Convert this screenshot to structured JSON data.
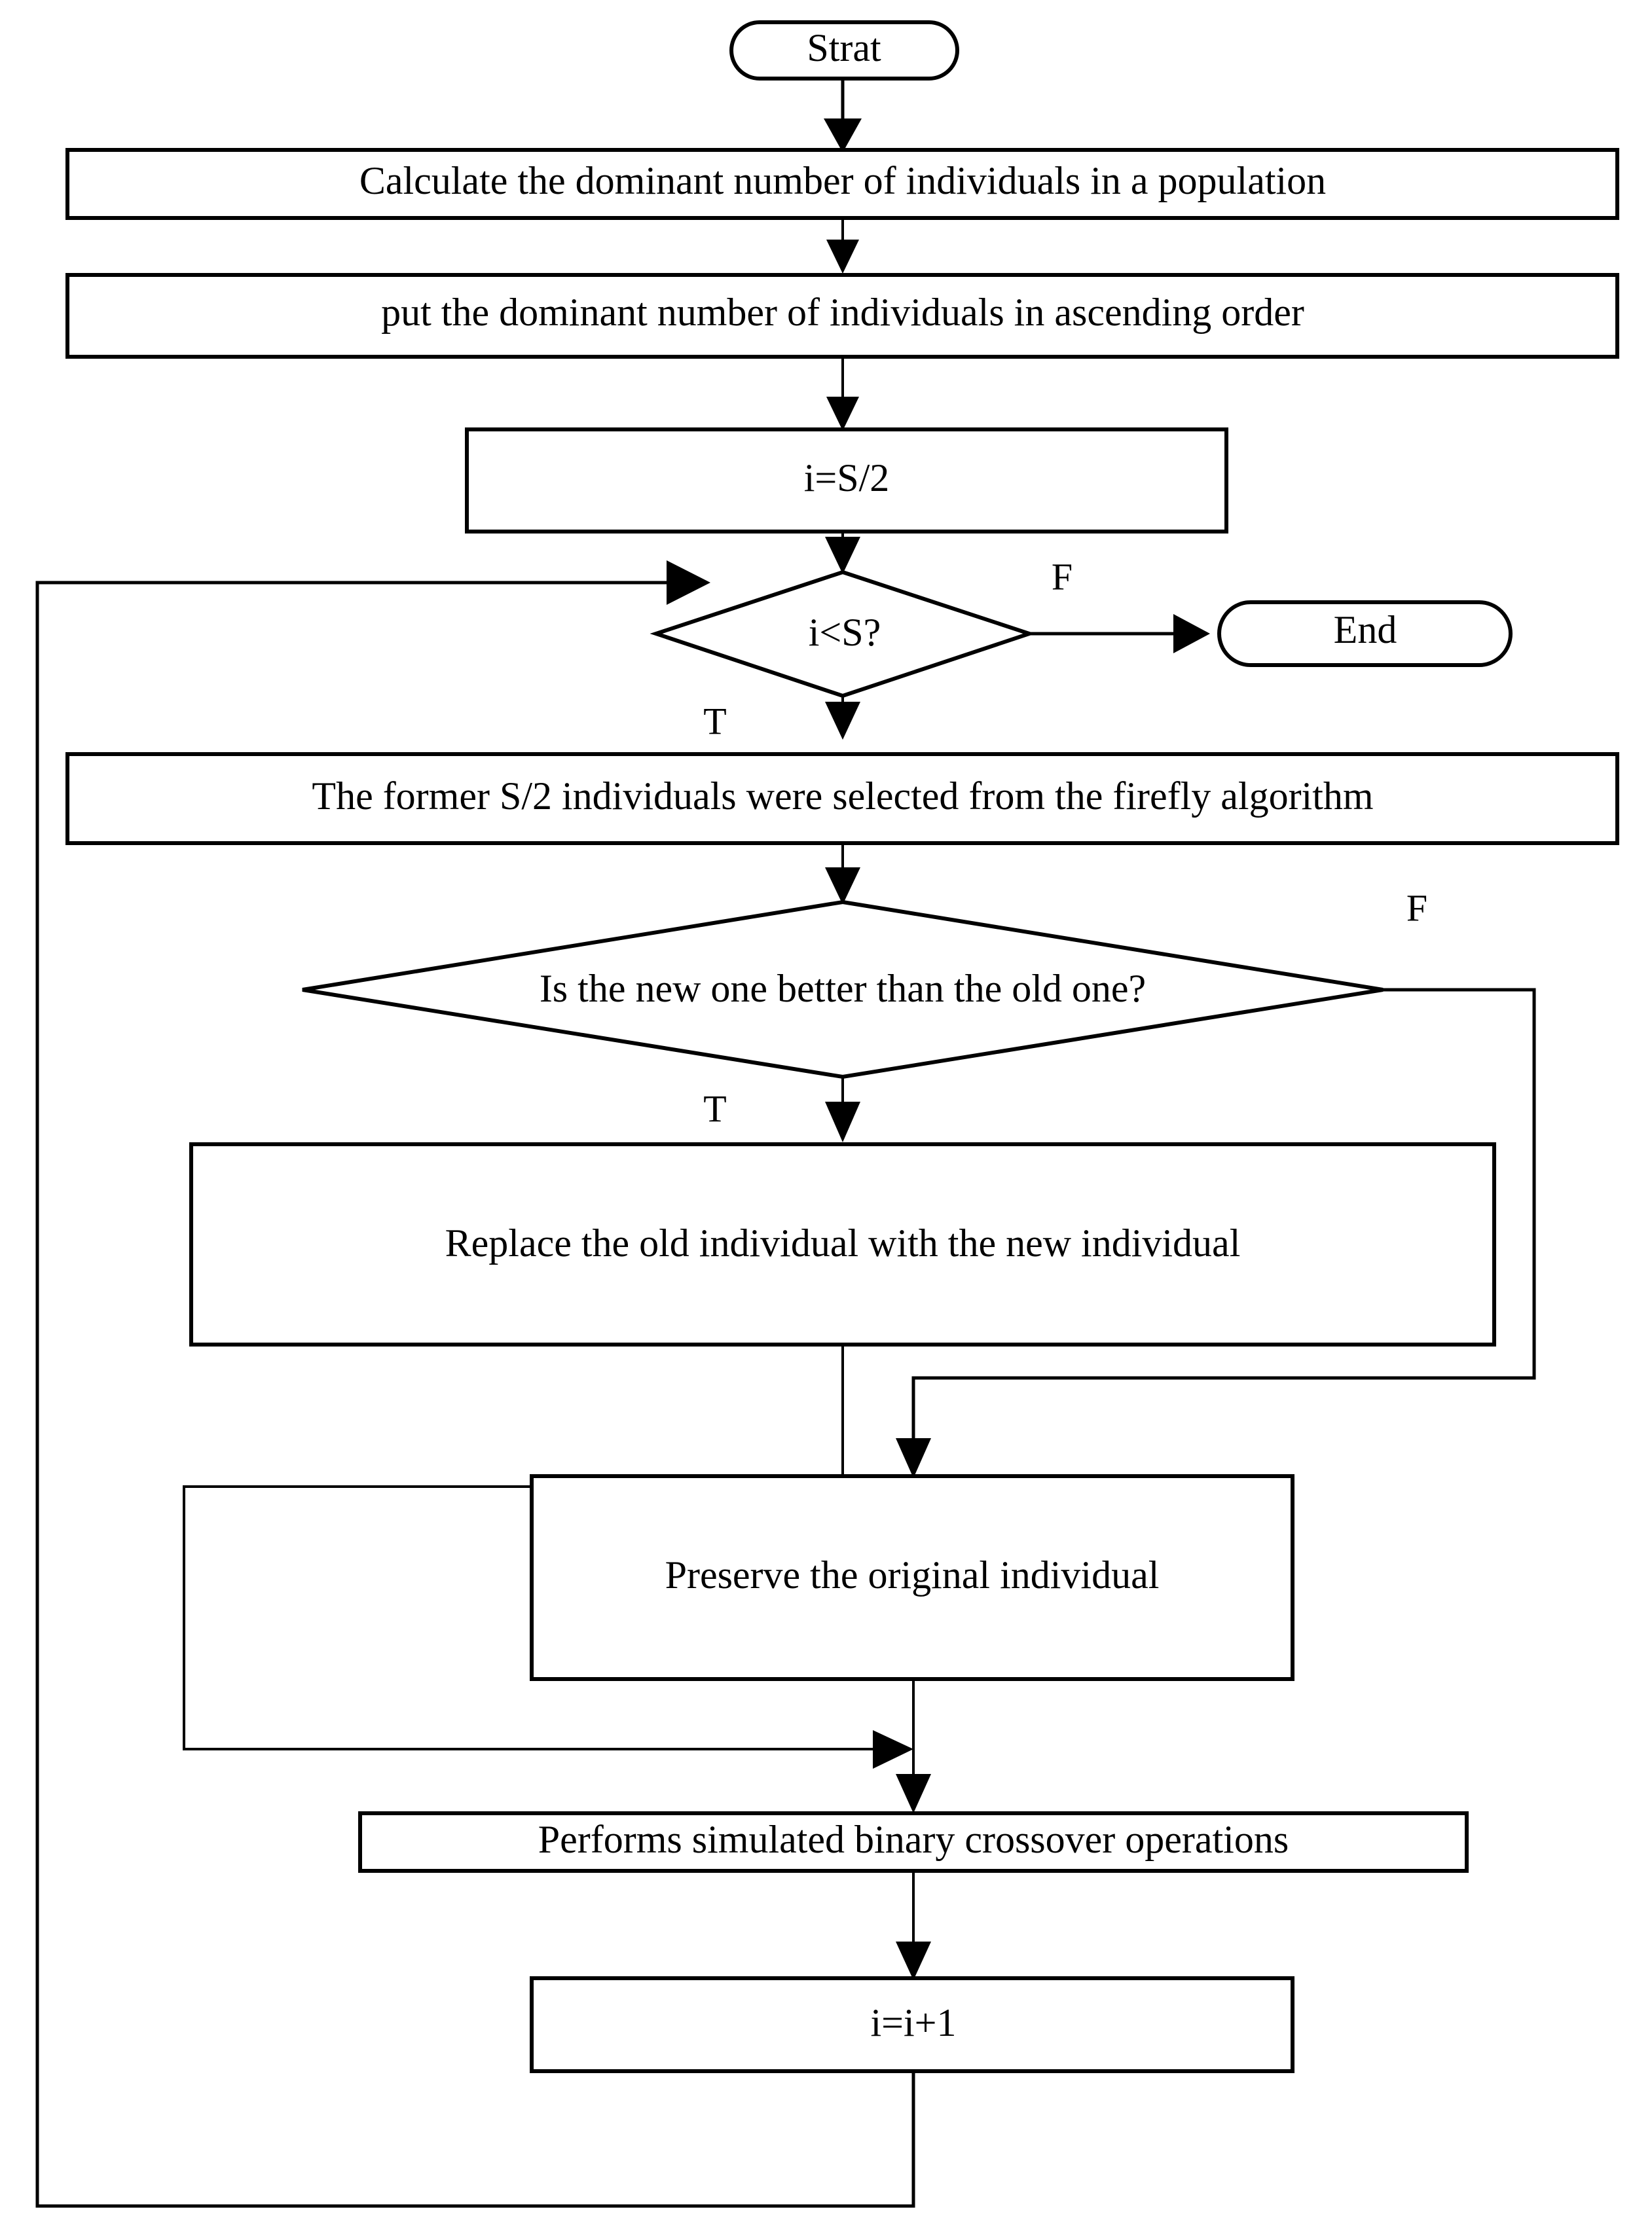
{
  "diagram": {
    "type": "flowchart",
    "title": "Hybrid firefly / genetic algorithm flowchart",
    "orientation": "top-to-bottom",
    "background_color": "#ffffff",
    "line_color": "#000000",
    "text_color": "#000000",
    "nodes": [
      {
        "id": "start",
        "shape": "rounded-terminator",
        "label": "Strat"
      },
      {
        "id": "calc",
        "shape": "rectangle",
        "label": "Calculate the dominant number of individuals in a population"
      },
      {
        "id": "sort",
        "shape": "rectangle",
        "label": "put the dominant number of individuals in ascending order"
      },
      {
        "id": "init",
        "shape": "rectangle",
        "label": "i=S/2"
      },
      {
        "id": "cond_loop",
        "shape": "diamond",
        "label": "i<S?"
      },
      {
        "id": "end",
        "shape": "rounded-terminator",
        "label": "End"
      },
      {
        "id": "firefly",
        "shape": "rectangle",
        "label": "The former S/2 individuals were selected from the firefly algorithm"
      },
      {
        "id": "cond_better",
        "shape": "diamond",
        "label": "Is the new one better than the old one?"
      },
      {
        "id": "replace",
        "shape": "rectangle",
        "label": "Replace the old individual with the new individual"
      },
      {
        "id": "preserve",
        "shape": "rectangle",
        "label": "Preserve the original individual"
      },
      {
        "id": "crossover",
        "shape": "rectangle",
        "label": "Performs simulated binary crossover operations"
      },
      {
        "id": "increment",
        "shape": "rectangle",
        "label": "i=i+1"
      }
    ],
    "edge_labels": {
      "loop_false": "F",
      "loop_true": "T",
      "better_false": "F",
      "better_true": "T"
    },
    "edges": [
      {
        "from": "start",
        "to": "calc",
        "label": ""
      },
      {
        "from": "calc",
        "to": "sort",
        "label": ""
      },
      {
        "from": "sort",
        "to": "init",
        "label": ""
      },
      {
        "from": "init",
        "to": "cond_loop",
        "label": ""
      },
      {
        "from": "cond_loop",
        "to": "end",
        "label": "F"
      },
      {
        "from": "cond_loop",
        "to": "firefly",
        "label": "T"
      },
      {
        "from": "firefly",
        "to": "cond_better",
        "label": ""
      },
      {
        "from": "cond_better",
        "to": "replace",
        "label": "T"
      },
      {
        "from": "cond_better",
        "to": "preserve",
        "label": "F"
      },
      {
        "from": "replace",
        "to": "crossover",
        "label": ""
      },
      {
        "from": "preserve",
        "to": "crossover",
        "label": ""
      },
      {
        "from": "crossover",
        "to": "increment",
        "label": ""
      },
      {
        "from": "increment",
        "to": "cond_loop",
        "label": ""
      }
    ]
  }
}
